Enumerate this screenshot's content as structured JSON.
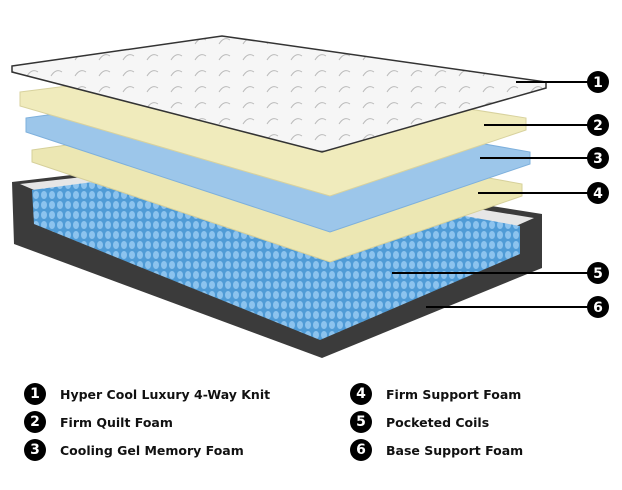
{
  "layers": [
    {
      "number": "1",
      "label": "Hyper Cool Luxury 4-Way Knit"
    },
    {
      "number": "2",
      "label": "Firm Quilt Foam"
    },
    {
      "number": "3",
      "label": "Cooling Gel Memory Foam"
    },
    {
      "number": "4",
      "label": "Firm Support Foam"
    },
    {
      "number": "5",
      "label": "Pocketed Coils"
    },
    {
      "number": "6",
      "label": "Base Support Foam"
    }
  ],
  "colors": {
    "knit": "#f2f2f2",
    "yellow_foam": "#efeab8",
    "blue_foam": "#9cc6ea",
    "coils": "#5aa6dc",
    "base": "#3b3b3b"
  }
}
